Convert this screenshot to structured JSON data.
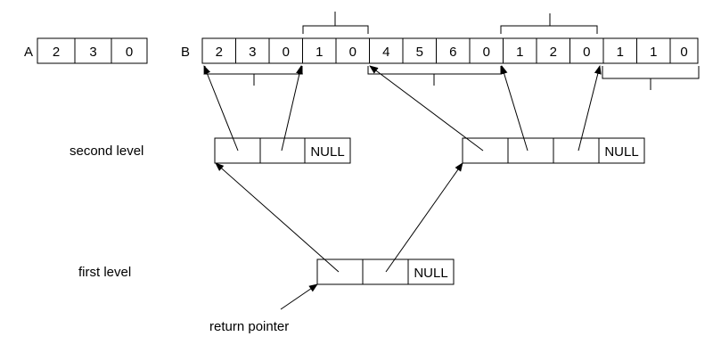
{
  "array_a": {
    "label": "A",
    "values": [
      "2",
      "3",
      "0"
    ]
  },
  "array_b": {
    "label": "B",
    "values": [
      "2",
      "3",
      "0",
      "1",
      "0",
      "4",
      "5",
      "6",
      "0",
      "1",
      "2",
      "0",
      "1",
      "1",
      "0"
    ]
  },
  "second_level": {
    "label": "second level",
    "left_cells": [
      "",
      "",
      "NULL"
    ],
    "right_cells": [
      "",
      "",
      "",
      "NULL"
    ]
  },
  "first_level": {
    "label": "first level",
    "cells": [
      "",
      "",
      "NULL"
    ]
  },
  "return_pointer": {
    "label": "return pointer"
  }
}
